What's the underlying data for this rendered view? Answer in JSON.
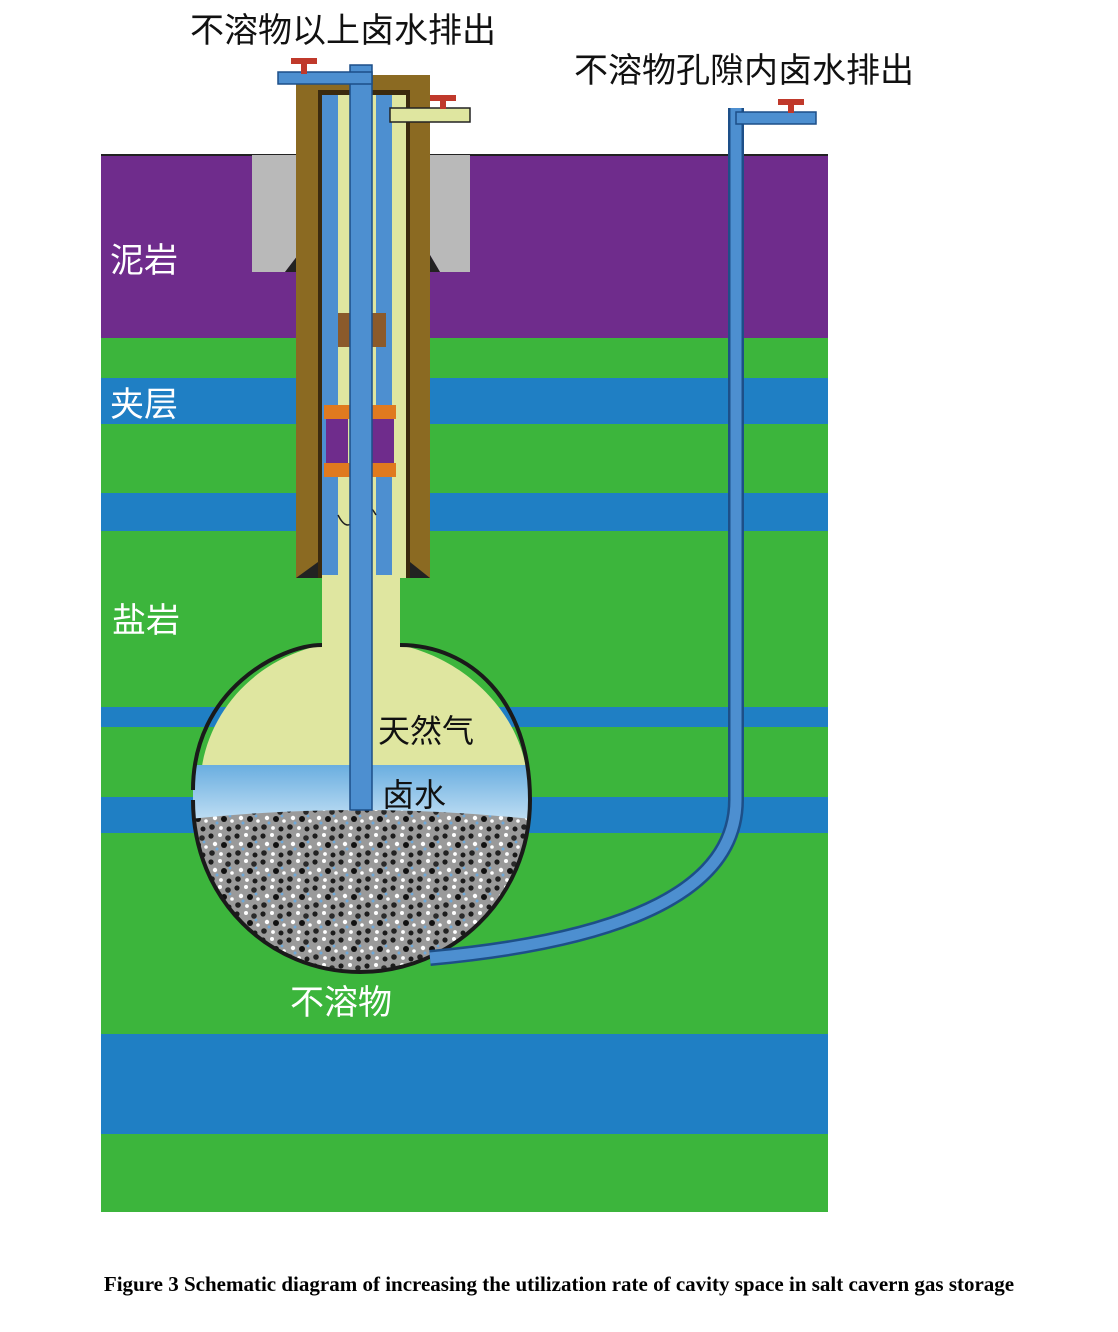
{
  "labels": {
    "top_outlet": "不溶物以上卤水排出",
    "pore_outlet": "不溶物孔隙内卤水排出",
    "mudstone": "泥岩",
    "interlayer": "夹层",
    "salt_rock": "盐岩",
    "natural_gas": "天然气",
    "brine": "卤水",
    "insoluble": "不溶物"
  },
  "caption": "Figure 3 Schematic diagram of increasing the utilization rate of cavity space in salt cavern gas storage",
  "colors": {
    "mudstone": "#6f2c8c",
    "salt_rock": "#3cb53c",
    "interlayer": "#1f7fc4",
    "casing_outer": "#8b6a22",
    "cement": "#b9b9b9",
    "gas": "#dfe6a0",
    "brine": "#8ec3e8",
    "tubing": "#4d8fd0",
    "valve": "#c0392b",
    "packer": "#6f2c8c",
    "packer_ring": "#e07a1f",
    "coupling": "#8b5a2b",
    "insoluble": "#3c3c3c"
  }
}
